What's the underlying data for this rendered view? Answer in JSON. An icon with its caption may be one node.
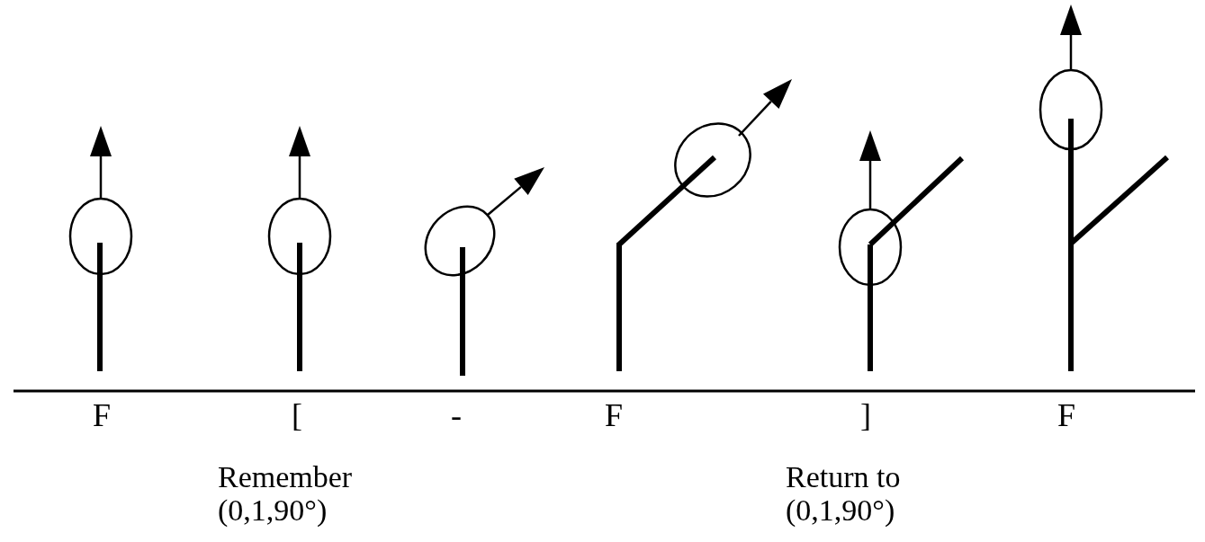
{
  "diagram": {
    "labels": [
      "F",
      "[",
      "-",
      "F",
      "]",
      "F",
      "Remember (0,1,90°)",
      "Return to (0,1,90°)"
    ]
  }
}
